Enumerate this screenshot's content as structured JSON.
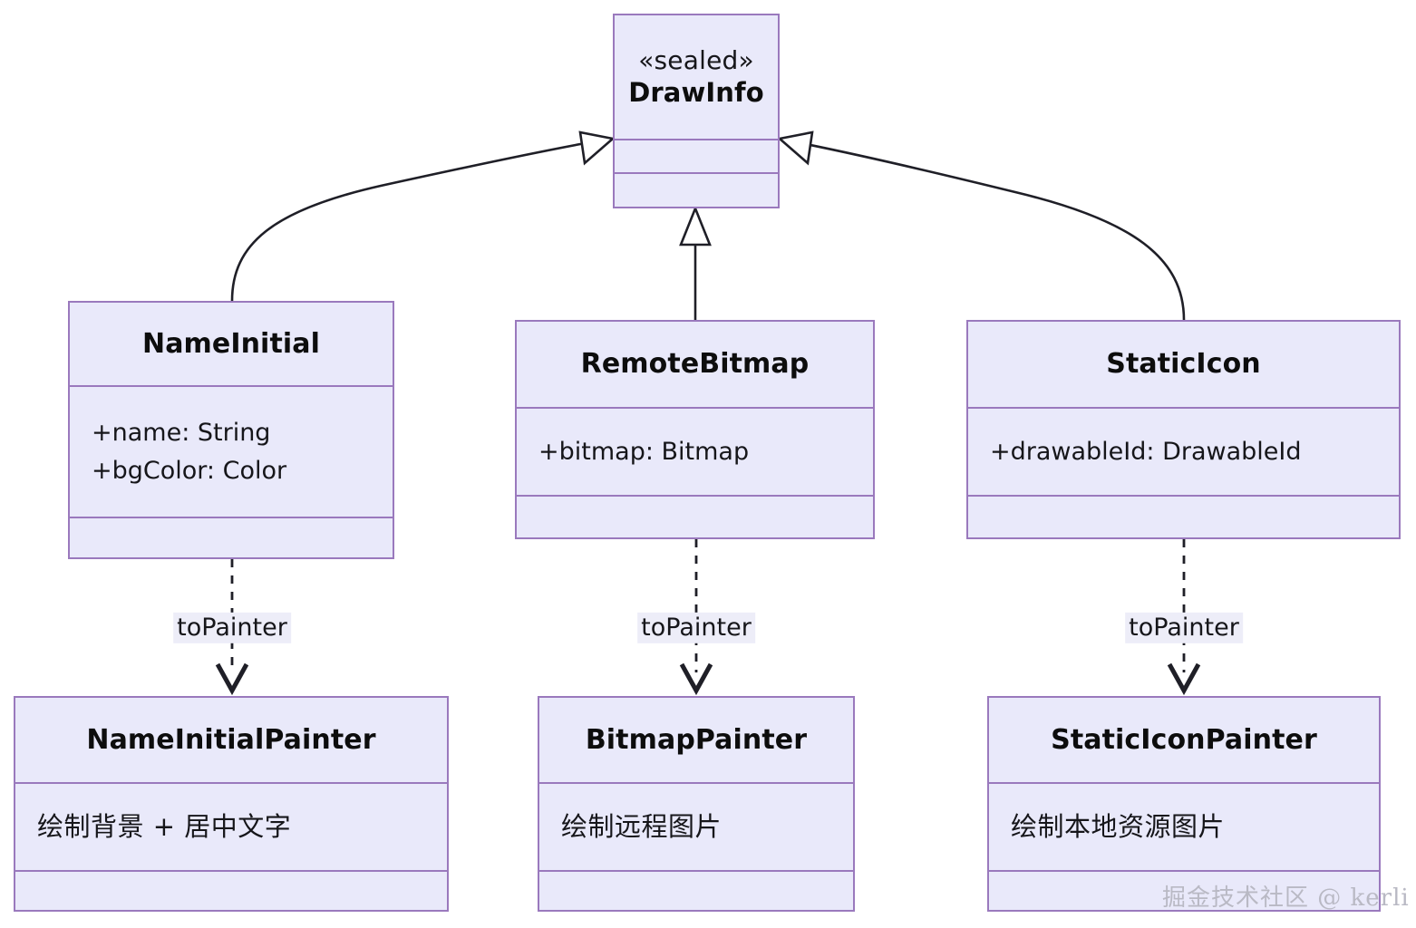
{
  "diagram": {
    "type": "uml-class-diagram",
    "background": "#ffffff",
    "class_fill": "#e9e9fa",
    "class_border": "#9a79bd",
    "edge_color": "#1f1f27",
    "label_bg": "#ededf8"
  },
  "classes": {
    "draw_info": {
      "stereotype": "«sealed»",
      "name": "DrawInfo",
      "attributes": [],
      "methods": []
    },
    "name_initial": {
      "name": "NameInitial",
      "attributes": [
        "+name: String",
        "+bgColor: Color"
      ],
      "methods": []
    },
    "remote_bitmap": {
      "name": "RemoteBitmap",
      "attributes": [
        "+bitmap: Bitmap"
      ],
      "methods": []
    },
    "static_icon": {
      "name": "StaticIcon",
      "attributes": [
        "+drawableId: DrawableId"
      ],
      "methods": []
    },
    "name_initial_painter": {
      "name": "NameInitialPainter",
      "attributes": [
        "绘制背景 + 居中文字"
      ],
      "methods": []
    },
    "bitmap_painter": {
      "name": "BitmapPainter",
      "attributes": [
        "绘制远程图片"
      ],
      "methods": []
    },
    "static_icon_painter": {
      "name": "StaticIconPainter",
      "attributes": [
        "绘制本地资源图片"
      ],
      "methods": []
    }
  },
  "edges": {
    "inheritance": [
      {
        "from": "NameInitial",
        "to": "DrawInfo",
        "kind": "generalization",
        "label": ""
      },
      {
        "from": "RemoteBitmap",
        "to": "DrawInfo",
        "kind": "generalization",
        "label": ""
      },
      {
        "from": "StaticIcon",
        "to": "DrawInfo",
        "kind": "generalization",
        "label": ""
      }
    ],
    "dependencies": [
      {
        "from": "NameInitial",
        "to": "NameInitialPainter",
        "kind": "dependency",
        "label": "toPainter"
      },
      {
        "from": "RemoteBitmap",
        "to": "BitmapPainter",
        "kind": "dependency",
        "label": "toPainter"
      },
      {
        "from": "StaticIcon",
        "to": "StaticIconPainter",
        "kind": "dependency",
        "label": "toPainter"
      }
    ]
  },
  "labels": {
    "to_painter_left": "toPainter",
    "to_painter_mid": "toPainter",
    "to_painter_right": "toPainter"
  },
  "watermark": {
    "text": "掘金技术社区 @ kerli"
  }
}
